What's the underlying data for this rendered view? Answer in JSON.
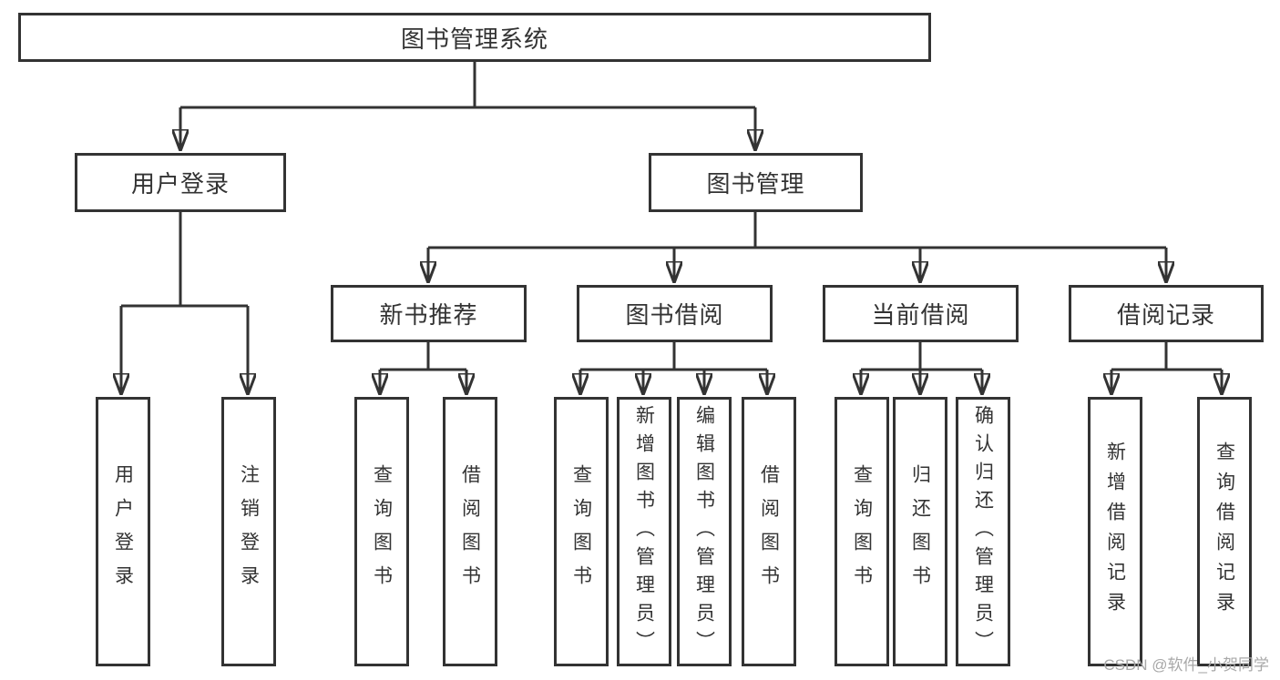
{
  "diagram_title": "图书管理系统",
  "level1": {
    "user_login": "用户登录",
    "book_mgmt": "图书管理"
  },
  "level2": {
    "new_book_rec": "新书推荐",
    "book_borrow": "图书借阅",
    "current_borrow": "当前借阅",
    "borrow_record": "借阅记录"
  },
  "leaves": {
    "user_login": "用户登录",
    "logout": "注销登录",
    "rec_query_book": "查询图书",
    "rec_borrow_book": "借阅图书",
    "borrow_query_book": "查询图书",
    "borrow_add_book": "新增图书（管理员）",
    "borrow_edit_book": "编辑图书（管理员）",
    "borrow_borrow_book": "借阅图书",
    "current_query_book": "查询图书",
    "current_return_book": "归还图书",
    "current_confirm_return": "确认归还（管理员）",
    "record_add_record": "新增借阅记录",
    "record_query_record": "查询借阅记录"
  },
  "watermark": "CSDN @软件_小贺同学",
  "colors": {
    "line": "#333333",
    "box_border": "#333333",
    "text": "#333333",
    "watermark": "#a8a8a8",
    "background": "#ffffff"
  }
}
